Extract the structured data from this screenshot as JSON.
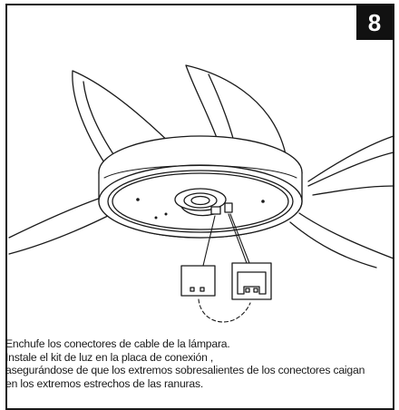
{
  "step": {
    "number": "8"
  },
  "instructions": [
    "Enchufe los conectores de cable de la lámpara.",
    "Instale el kit de luz en la placa de conexión ,",
    "asegurándose de que los extremos sobresalientes de los conectores caigan",
    "en los extremos estrechos de las ranuras."
  ]
}
